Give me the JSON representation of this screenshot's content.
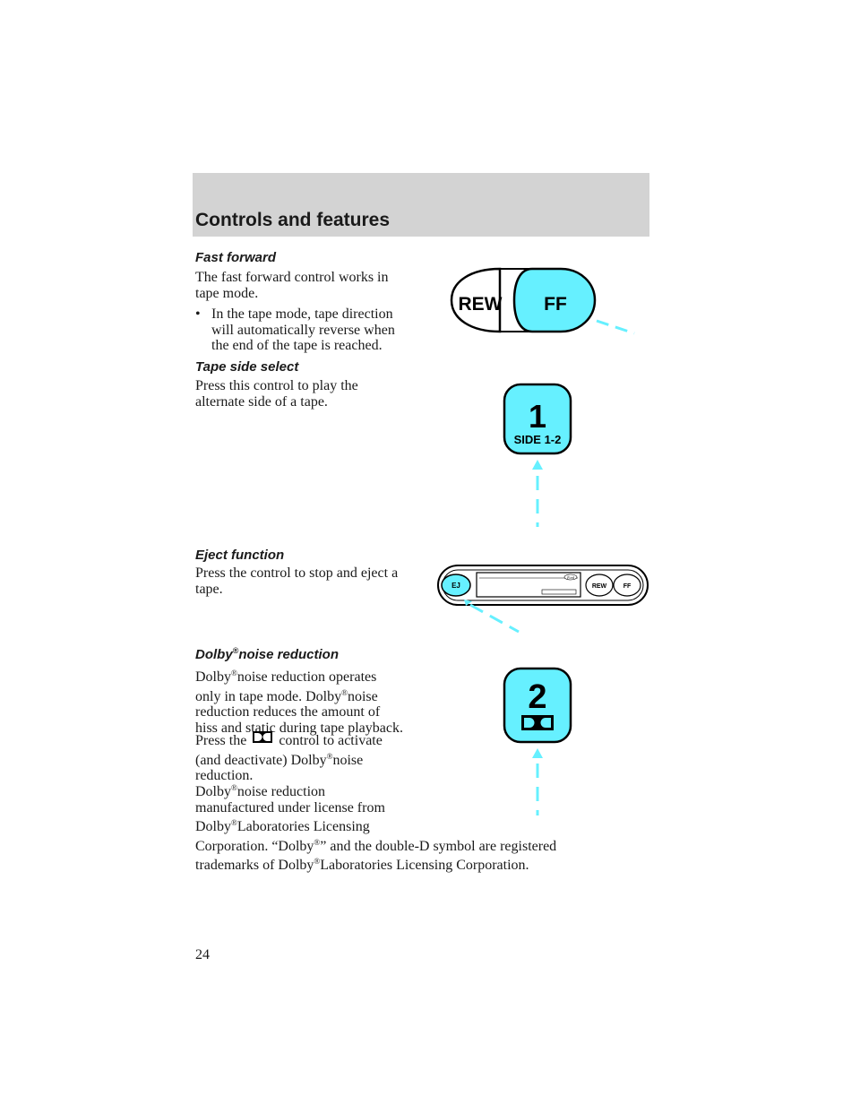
{
  "header": {
    "title": "Controls and features"
  },
  "sections": {
    "fast_forward": {
      "heading": "Fast forward",
      "intro_line1": "The fast forward control works in",
      "intro_line2": "tape mode.",
      "bullet_char": "•",
      "bullet_line1": "In the tape mode, tape direction",
      "bullet_line2": "will automatically reverse when",
      "bullet_line3": "the end of the tape is reached."
    },
    "tape_side": {
      "heading": "Tape side select",
      "line1": "Press this control to play the",
      "line2": "alternate side of a tape."
    },
    "eject": {
      "heading": "Eject function",
      "line1": "Press the control to stop and eject a",
      "line2": "tape."
    },
    "dolby": {
      "heading_word": "Dolby",
      "heading_rest": "noise reduction",
      "reg": "®",
      "p1_l1a": "Dolby",
      "p1_l1b": "noise reduction operates",
      "p1_l2a": "only in tape mode. Dolby",
      "p1_l2b": "noise",
      "p1_l3": "reduction reduces the amount of",
      "p1_l4": "hiss and static during tape playback.",
      "p2_l1a": "Press the",
      "p2_l1b": "control to activate",
      "p2_l2a": "(and deactivate) Dolby",
      "p2_l2b": "noise",
      "p2_l3": "reduction.",
      "p3_l1a": "Dolby",
      "p3_l1b": "noise reduction",
      "p3_l2": "manufactured under license from",
      "p3_l3a": "Dolby",
      "p3_l3b": "Laboratories Licensing",
      "p3_l4a": "Corporation. “Dolby",
      "p3_l4b": "” and the double-D symbol are registered",
      "p3_l5a": "trademarks of Dolby",
      "p3_l5b": "Laboratories Licensing Corporation."
    }
  },
  "figures": {
    "rew_ff": {
      "rew_label": "REW",
      "ff_label": "FF"
    },
    "side_button": {
      "number": "1",
      "label": "SIDE 1-2"
    },
    "tape_deck": {
      "ej_label": "EJ",
      "rew_label": "REW",
      "ff_label": "FF",
      "logo_text": "Ford"
    },
    "dolby_button": {
      "number": "2"
    }
  },
  "page_number": "24",
  "colors": {
    "highlight": "#66f0ff",
    "header_band": "#d3d3d3"
  }
}
